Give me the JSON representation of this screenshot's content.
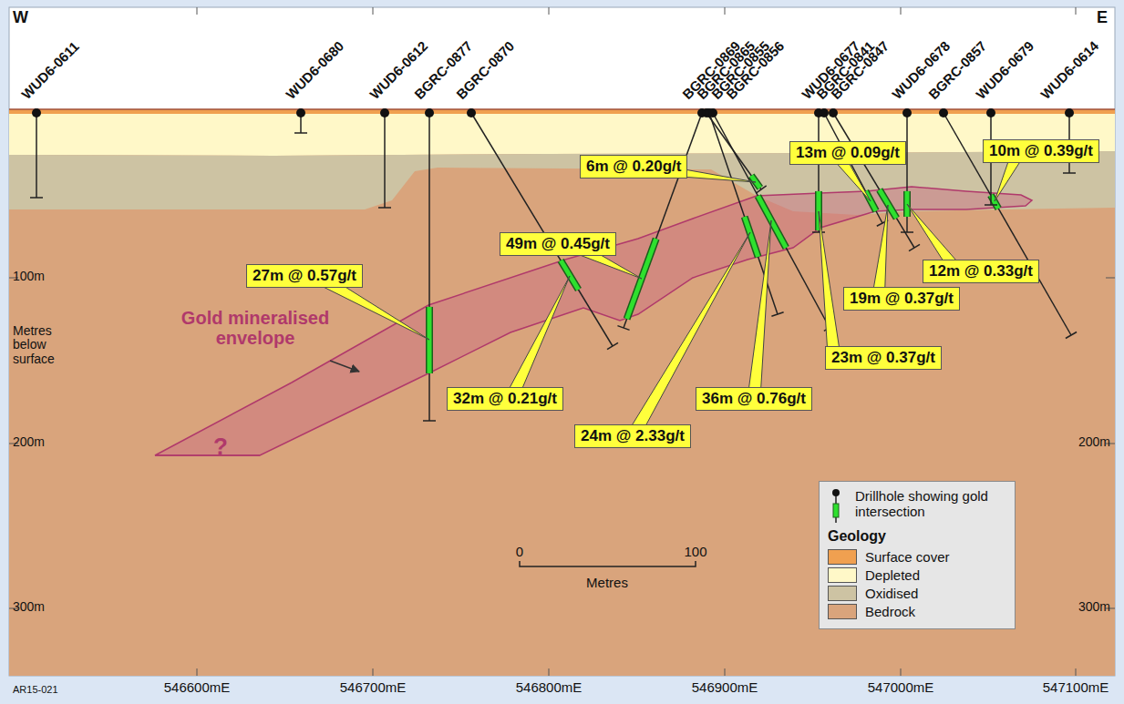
{
  "diagram": {
    "nodes": [
      {
        "text": [
          "6m @ 0.20g/t"
        ]
      },
      {
        "text": [
          "13m @ 0.09g/t"
        ]
      },
      {
        "text": [
          "10m @ 0.39g/t"
        ]
      },
      {
        "text": [
          "49m @ 0.45g/t"
        ]
      },
      {
        "text": [
          "27m @ 0.57g/t"
        ]
      },
      {
        "text": [
          "12m @ 0.33g/t"
        ]
      },
      {
        "text": [
          "19m @ 0.37g/t"
        ]
      },
      {
        "text": [
          "23m @ 0.37g/t"
        ]
      },
      {
        "text": [
          "32m @ 0.21g/t"
        ]
      },
      {
        "text": [
          "36m @ 0.76g/t"
        ]
      },
      {
        "text": [
          "24m @ 2.33g/t"
        ]
      }
    ],
    "labels": [
      "W",
      "E",
      "WUD6-0611",
      "WUD6-0680",
      "WUD6-0612",
      "BGRC-0877",
      "BGRC-0870",
      "BGRC-0869",
      "BGRC-0865",
      "BGRC-0855",
      "BGRC-0856",
      "WUD6-0677",
      "BGRC-0841",
      "BGRC-0847",
      "WUD6-0678",
      "BGRC-0857",
      "WUD6-0679",
      "WUD6-0614",
      "100m",
      "Metres below surface",
      "200m",
      "300m",
      "200m",
      "300m",
      "Gold mineralised envelope",
      "?",
      "0",
      "100",
      "Metres",
      "Geology",
      "AR15-021",
      "546600mE",
      "546700mE",
      "546800mE",
      "546900mE",
      "547000mE",
      "547100mE"
    ],
    "legend": [
      {
        "text": "Drillhole showing gold intersection"
      },
      {
        "text": "Surface cover",
        "color": "#f0a050"
      },
      {
        "text": "Depleted",
        "color": "#fff8c8"
      },
      {
        "text": "Oxidised",
        "color": "#cdc3a3"
      },
      {
        "text": "Bedrock",
        "color": "#d9a47c"
      }
    ]
  }
}
